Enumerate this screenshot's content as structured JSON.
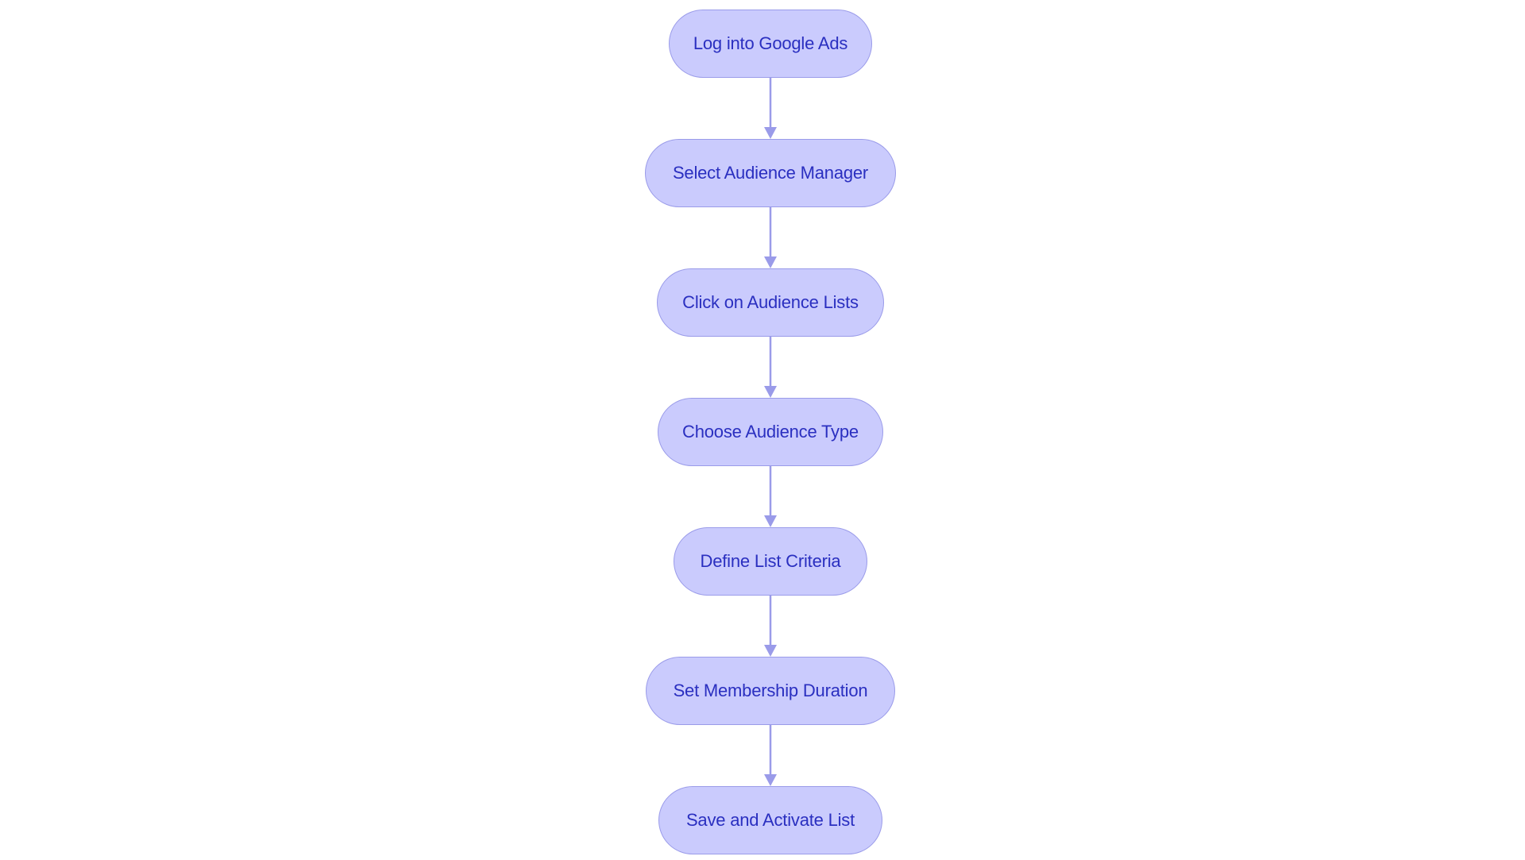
{
  "colors": {
    "node_fill": "#cacbfd",
    "node_border": "#9a9be9",
    "node_text": "#2a2fc0",
    "edge": "#9a9be9",
    "background": "#ffffff"
  },
  "flowchart": {
    "nodes": [
      {
        "id": "n1",
        "label": "Log into Google Ads"
      },
      {
        "id": "n2",
        "label": "Select Audience Manager"
      },
      {
        "id": "n3",
        "label": "Click on Audience Lists"
      },
      {
        "id": "n4",
        "label": "Choose Audience Type"
      },
      {
        "id": "n5",
        "label": "Define List Criteria"
      },
      {
        "id": "n6",
        "label": "Set Membership Duration"
      },
      {
        "id": "n7",
        "label": "Save and Activate List"
      }
    ],
    "edges": [
      {
        "from": "n1",
        "to": "n2"
      },
      {
        "from": "n2",
        "to": "n3"
      },
      {
        "from": "n3",
        "to": "n4"
      },
      {
        "from": "n4",
        "to": "n5"
      },
      {
        "from": "n5",
        "to": "n6"
      },
      {
        "from": "n6",
        "to": "n7"
      }
    ]
  }
}
